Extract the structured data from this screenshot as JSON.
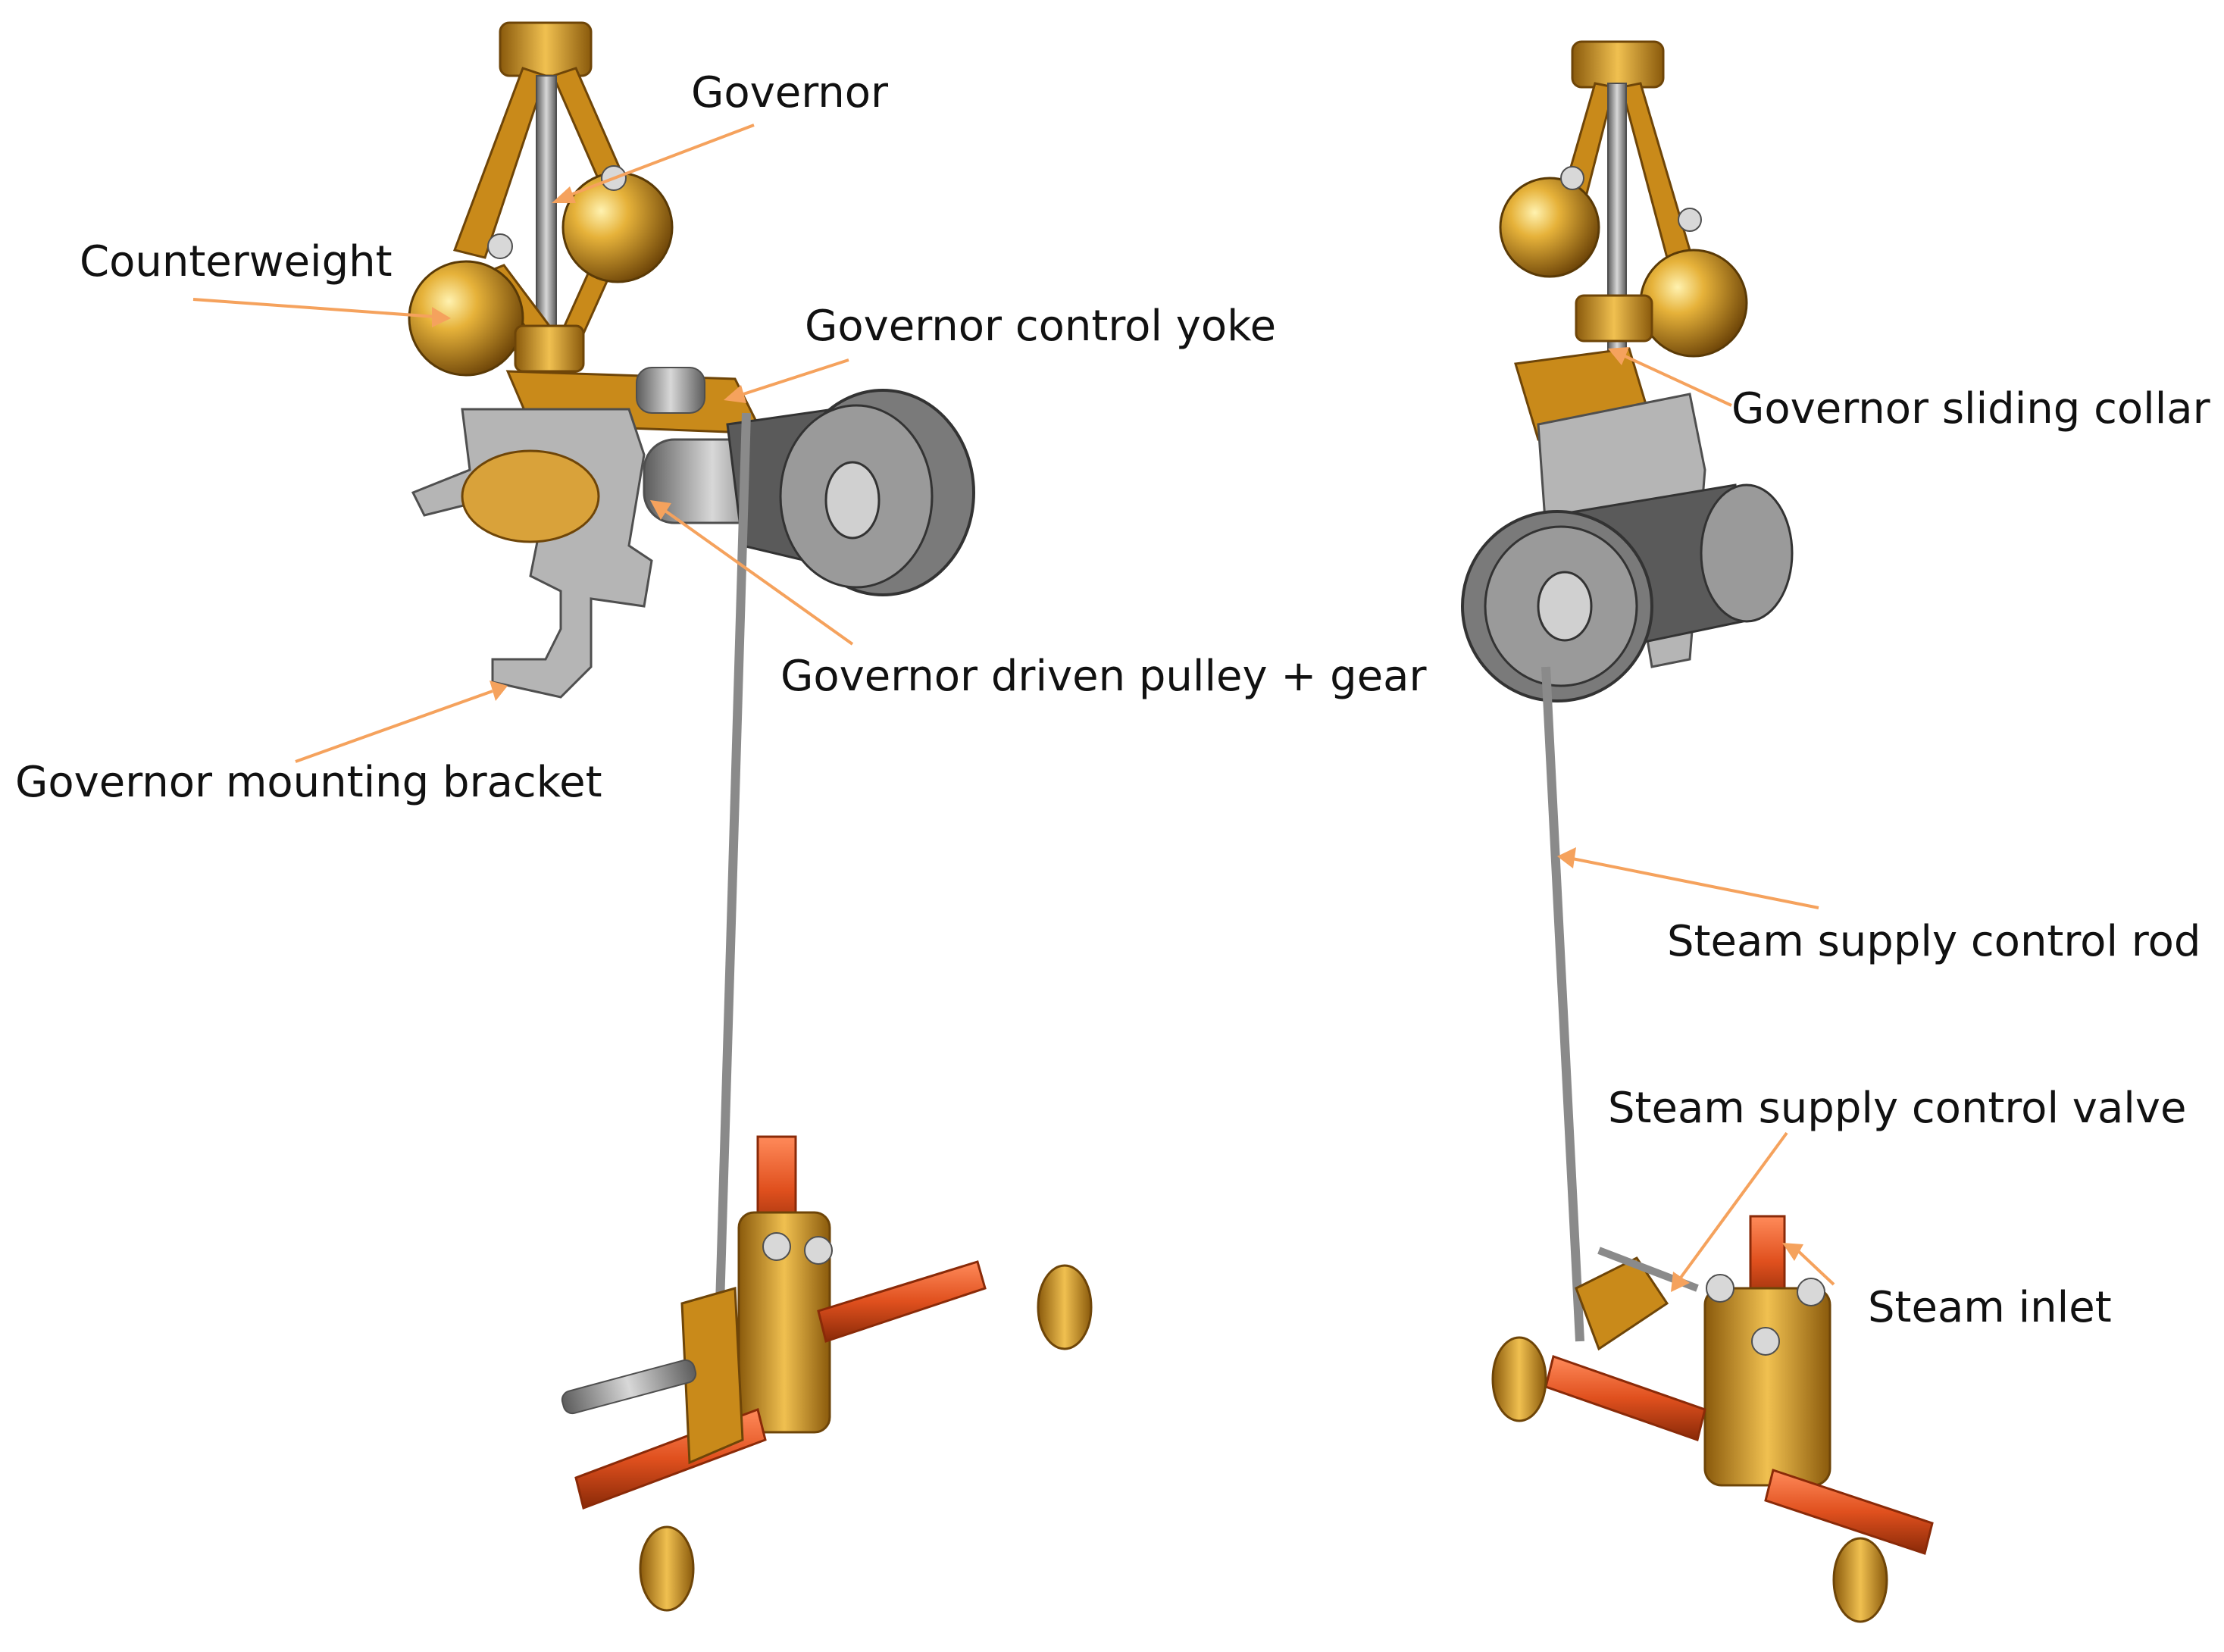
{
  "labels": {
    "governor": "Governor",
    "counterweight": "Counterweight",
    "control_yoke": "Governor control yoke",
    "driven_pulley": "Governor driven pulley + gear",
    "mounting_bracket": "Governor mounting bracket",
    "sliding_collar": "Governor sliding collar",
    "control_rod": "Steam supply control rod",
    "control_valve": "Steam supply control valve",
    "steam_inlet": "Steam inlet"
  },
  "colors": {
    "brass": "#c98a1a",
    "brass_light": "#f0c050",
    "steel": "#8a8a8a",
    "steel_dark": "#4f4f4f",
    "copper": "#e0501e",
    "leader": "#f5a25d"
  }
}
